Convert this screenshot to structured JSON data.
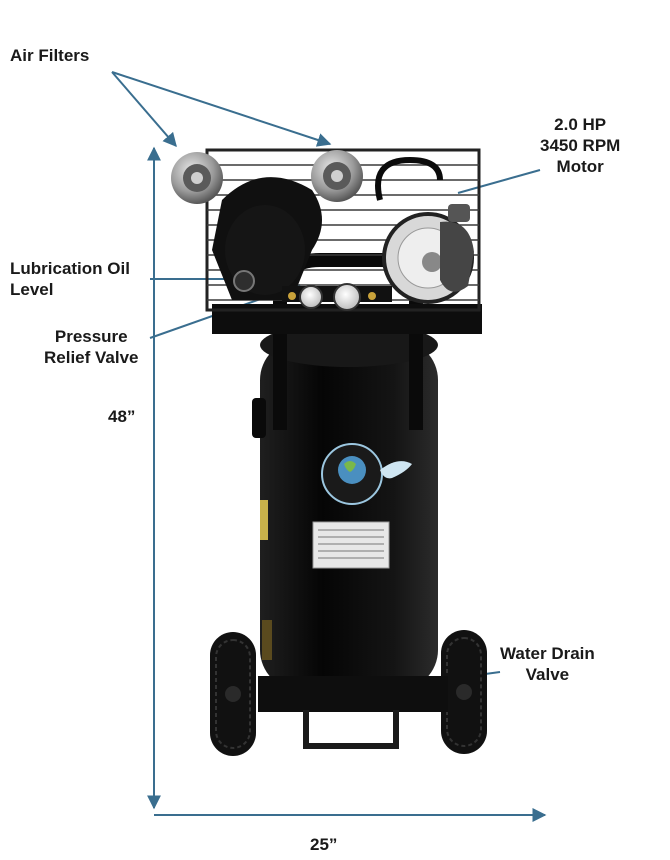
{
  "labels": {
    "air_filters": "Air Filters",
    "motor": [
      "2.0 HP",
      "3450 RPM",
      "Motor"
    ],
    "lubrication": [
      "Lubrication Oil",
      "Level"
    ],
    "pressure_relief": [
      "Pressure",
      "Relief Valve"
    ],
    "water_drain": [
      "Water Drain",
      "Valve"
    ],
    "height": "48”",
    "width": "25”"
  },
  "colors": {
    "dimension_line": "#3a6e8f",
    "label_text": "#1a1a1a",
    "tank": "#0c0c0c"
  }
}
